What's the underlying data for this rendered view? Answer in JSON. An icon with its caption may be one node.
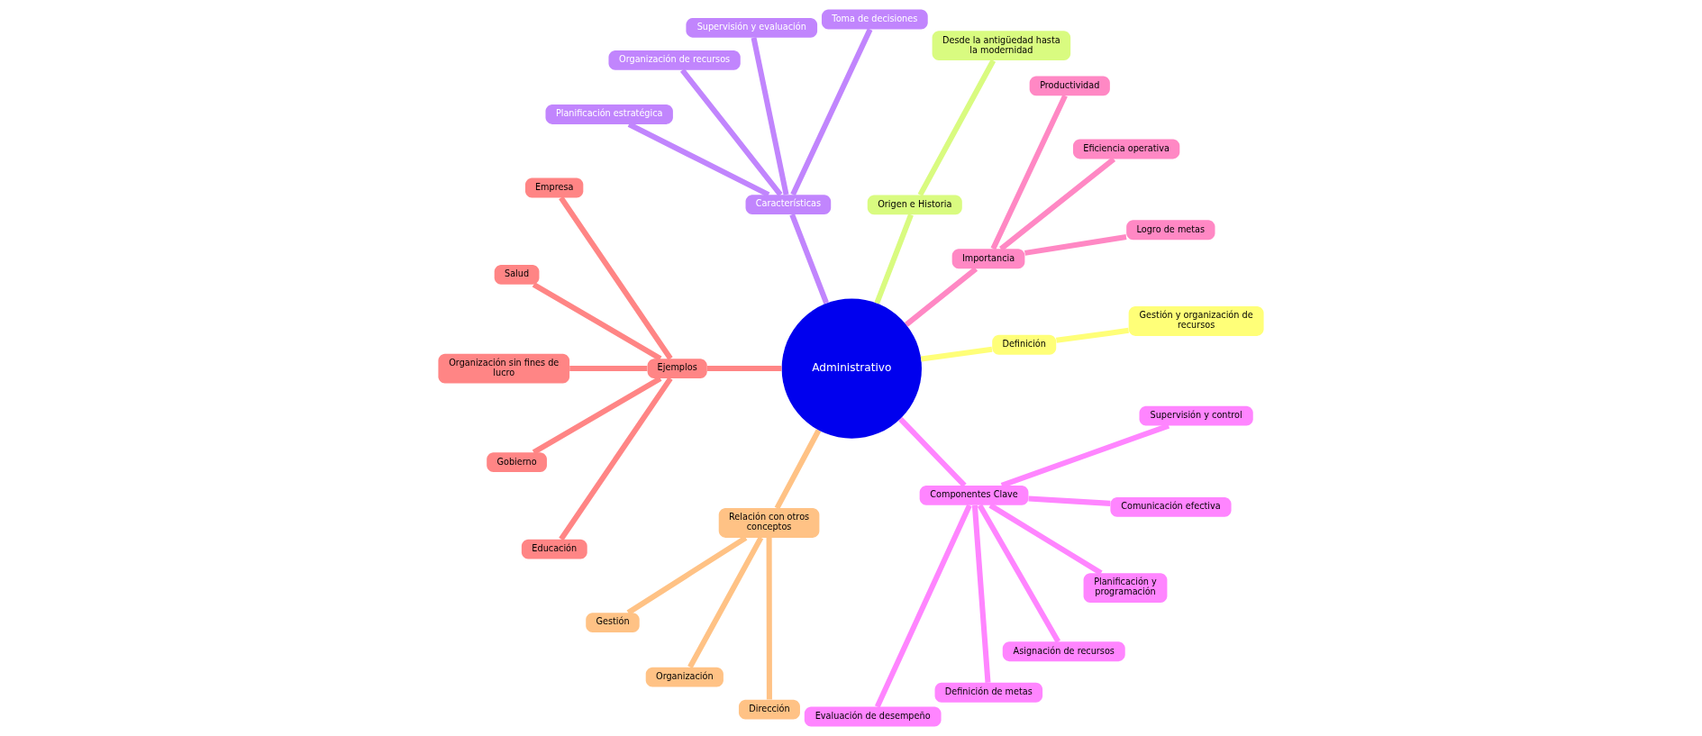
{
  "diagram": {
    "nodes": [
      {
        "text": [
          "Administrativo"
        ]
      },
      {
        "text": [
          "Definición"
        ]
      },
      {
        "text": [
          "Gestión y organización de recursos"
        ]
      },
      {
        "text": [
          "Importancia"
        ]
      },
      {
        "text": [
          "Logro de metas"
        ]
      },
      {
        "text": [
          "Eficiencia operativa"
        ]
      },
      {
        "text": [
          "Productividad"
        ]
      },
      {
        "text": [
          "Origen e Historia"
        ]
      },
      {
        "text": [
          "Desde la antigüedad hasta la modernidad"
        ]
      },
      {
        "text": [
          "Características"
        ]
      },
      {
        "text": [
          "Toma de decisiones"
        ]
      },
      {
        "text": [
          "Supervisión y evaluación"
        ]
      },
      {
        "text": [
          "Organización de recursos"
        ]
      },
      {
        "text": [
          "Planificación estratégica"
        ]
      },
      {
        "text": [
          "Ejemplos"
        ]
      },
      {
        "text": [
          "Empresa"
        ]
      },
      {
        "text": [
          "Salud"
        ]
      },
      {
        "text": [
          "Organización sin fines de lucro"
        ]
      },
      {
        "text": [
          "Gobierno"
        ]
      },
      {
        "text": [
          "Educación"
        ]
      },
      {
        "text": [
          "Relación con otros conceptos"
        ]
      },
      {
        "text": [
          "Gestión"
        ]
      },
      {
        "text": [
          "Organización"
        ]
      },
      {
        "text": [
          "Dirección"
        ]
      },
      {
        "text": [
          "Componentes Clave"
        ]
      },
      {
        "text": [
          "Evaluación de desempeño"
        ]
      },
      {
        "text": [
          "Definición de metas"
        ]
      },
      {
        "text": [
          "Asignación de recursos"
        ]
      },
      {
        "text": [
          "Planificación y programación"
        ]
      },
      {
        "text": [
          "Comunicación efectiva"
        ]
      },
      {
        "text": [
          "Supervisión y control"
        ]
      }
    ],
    "edges": [
      {
        "from": 0,
        "to": 1,
        "arrow": "none",
        "color": "#ffff78"
      },
      {
        "from": 1,
        "to": 2,
        "arrow": "none",
        "color": "#ffff78"
      },
      {
        "from": 0,
        "to": 3,
        "arrow": "none",
        "color": "#ff88c4"
      },
      {
        "from": 3,
        "to": 4,
        "arrow": "none",
        "color": "#ff88c4"
      },
      {
        "from": 3,
        "to": 5,
        "arrow": "none",
        "color": "#ff88c4"
      },
      {
        "from": 3,
        "to": 6,
        "arrow": "none",
        "color": "#ff88c4"
      },
      {
        "from": 0,
        "to": 7,
        "arrow": "none",
        "color": "#d9fb80"
      },
      {
        "from": 7,
        "to": 8,
        "arrow": "none",
        "color": "#d9fb80"
      },
      {
        "from": 0,
        "to": 9,
        "arrow": "none",
        "color": "#c185fd"
      },
      {
        "from": 9,
        "to": 10,
        "arrow": "none",
        "color": "#c185fd"
      },
      {
        "from": 9,
        "to": 11,
        "arrow": "none",
        "color": "#c185fd"
      },
      {
        "from": 9,
        "to": 12,
        "arrow": "none",
        "color": "#c185fd"
      },
      {
        "from": 9,
        "to": 13,
        "arrow": "none",
        "color": "#c185fd"
      },
      {
        "from": 0,
        "to": 14,
        "arrow": "none",
        "color": "#ff8585"
      },
      {
        "from": 14,
        "to": 15,
        "arrow": "none",
        "color": "#ff8585"
      },
      {
        "from": 14,
        "to": 16,
        "arrow": "none",
        "color": "#ff8585"
      },
      {
        "from": 14,
        "to": 17,
        "arrow": "none",
        "color": "#ff8585"
      },
      {
        "from": 14,
        "to": 18,
        "arrow": "none",
        "color": "#ff8585"
      },
      {
        "from": 14,
        "to": 19,
        "arrow": "none",
        "color": "#ff8585"
      },
      {
        "from": 0,
        "to": 20,
        "arrow": "none",
        "color": "#ffc285"
      },
      {
        "from": 20,
        "to": 21,
        "arrow": "none",
        "color": "#ffc285"
      },
      {
        "from": 20,
        "to": 22,
        "arrow": "none",
        "color": "#ffc285"
      },
      {
        "from": 20,
        "to": 23,
        "arrow": "none",
        "color": "#ffc285"
      },
      {
        "from": 0,
        "to": 24,
        "arrow": "none",
        "color": "#ff85ff"
      },
      {
        "from": 24,
        "to": 25,
        "arrow": "none",
        "color": "#ff85ff"
      },
      {
        "from": 24,
        "to": 26,
        "arrow": "none",
        "color": "#ff85ff"
      },
      {
        "from": 24,
        "to": 27,
        "arrow": "none",
        "color": "#ff85ff"
      },
      {
        "from": 24,
        "to": 28,
        "arrow": "none",
        "color": "#ff85ff"
      },
      {
        "from": 24,
        "to": 29,
        "arrow": "none",
        "color": "#ff85ff"
      },
      {
        "from": 24,
        "to": 30,
        "arrow": "none",
        "color": "#ff85ff"
      }
    ]
  }
}
